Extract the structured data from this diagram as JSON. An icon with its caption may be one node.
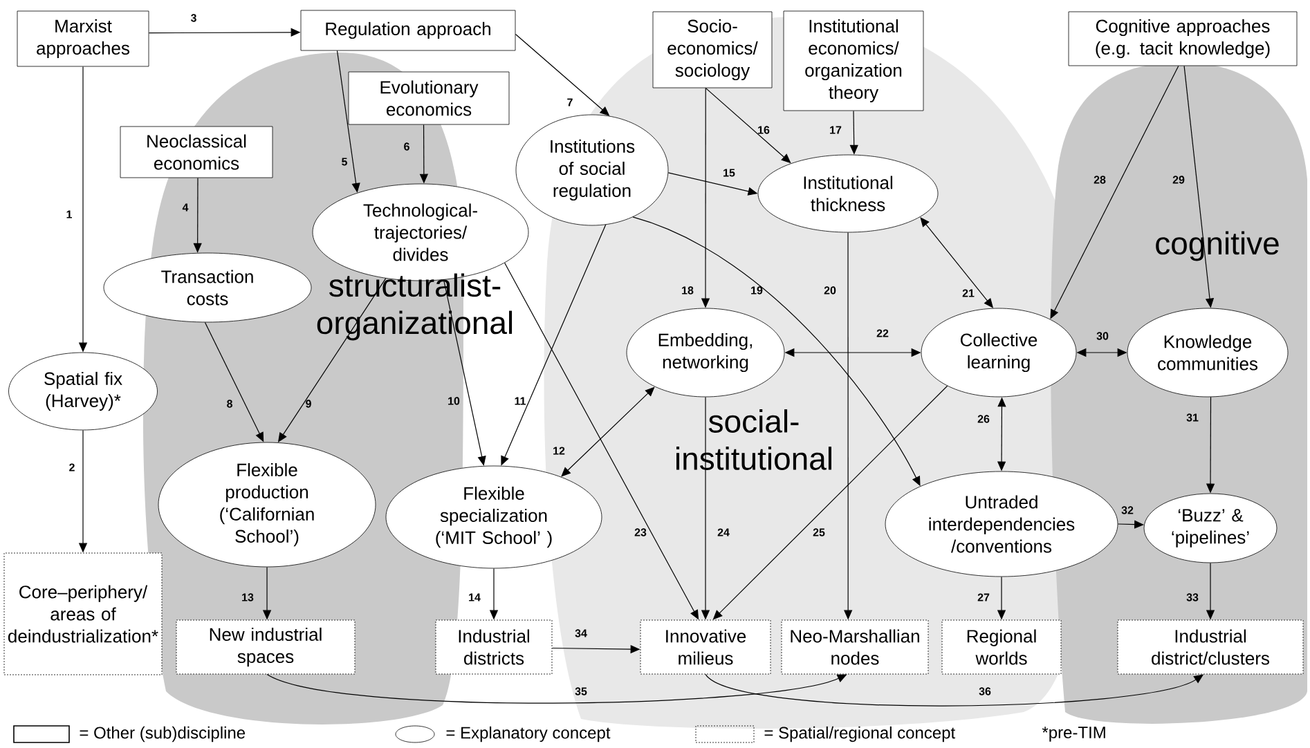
{
  "diagram": {
    "nodes": [
      {
        "text": [
          "Marxist approaches"
        ]
      },
      {
        "text": [
          "Regulation approach"
        ]
      },
      {
        "text": [
          "Socio-economics/sociology"
        ]
      },
      {
        "text": [
          "Institutional economics/organization theory"
        ]
      },
      {
        "text": [
          "Cognitive approaches (e.g. tacit knowledge)"
        ]
      },
      {
        "text": [
          "Evolutionary economics"
        ]
      },
      {
        "text": [
          "Neoclassical economics"
        ]
      },
      {
        "text": [
          "Institutions of social regulation"
        ]
      },
      {
        "text": [
          "Technological-trajectories/divides"
        ]
      },
      {
        "text": [
          "Transaction costs"
        ]
      },
      {
        "text": [
          "Institutional thickness"
        ]
      },
      {
        "text": [
          "Spatial fix (Harvey)*"
        ]
      },
      {
        "text": [
          "Embedding, networking"
        ]
      },
      {
        "text": [
          "Collective learning"
        ]
      },
      {
        "text": [
          "Knowledge communities"
        ]
      },
      {
        "text": [
          "Flexible production (‘Californian School’)"
        ]
      },
      {
        "text": [
          "Flexible specialization (‘MIT School’ )"
        ]
      },
      {
        "text": [
          "Untraded interdependencies/conventions"
        ]
      },
      {
        "text": [
          "‘Buzz’ & ‘pipelines’"
        ]
      },
      {
        "text": [
          "Core–periphery/areas of deindustrialization*"
        ]
      },
      {
        "text": [
          "New industrial spaces"
        ]
      },
      {
        "text": [
          "Industrial districts"
        ]
      },
      {
        "text": [
          "Innovative milieus"
        ]
      },
      {
        "text": [
          "Neo-Marshallian nodes"
        ]
      },
      {
        "text": [
          "Regional worlds"
        ]
      },
      {
        "text": [
          "Industrial district/clusters"
        ]
      }
    ],
    "edges": [
      {
        "from": 0,
        "to": 11,
        "arrow": "to",
        "label": "1"
      },
      {
        "from": 11,
        "to": 19,
        "arrow": "to",
        "label": "2"
      },
      {
        "from": 0,
        "to": 1,
        "arrow": "to",
        "label": "3"
      },
      {
        "from": 6,
        "to": 9,
        "arrow": "to",
        "label": "4"
      },
      {
        "from": 1,
        "to": 8,
        "arrow": "to",
        "label": "5"
      },
      {
        "from": 5,
        "to": 8,
        "arrow": "to",
        "label": "6"
      },
      {
        "from": 1,
        "to": 7,
        "arrow": "to",
        "label": "7"
      },
      {
        "from": 9,
        "to": 15,
        "arrow": "to",
        "label": "8"
      },
      {
        "from": 8,
        "to": 15,
        "arrow": "to",
        "label": "9"
      },
      {
        "from": 8,
        "to": 16,
        "arrow": "to",
        "label": "10"
      },
      {
        "from": 7,
        "to": 16,
        "arrow": "to",
        "label": "11"
      },
      {
        "from": 12,
        "to": 16,
        "arrow": "both",
        "label": "12"
      },
      {
        "from": 15,
        "to": 20,
        "arrow": "to",
        "label": "13"
      },
      {
        "from": 16,
        "to": 21,
        "arrow": "to",
        "label": "14"
      },
      {
        "from": 7,
        "to": 10,
        "arrow": "to",
        "label": "15"
      },
      {
        "from": 2,
        "to": 10,
        "arrow": "to",
        "label": "16"
      },
      {
        "from": 3,
        "to": 10,
        "arrow": "to",
        "label": "17"
      },
      {
        "from": 2,
        "to": 12,
        "arrow": "to",
        "label": "18"
      },
      {
        "from": 7,
        "to": 17,
        "arrow": "to",
        "label": "19"
      },
      {
        "from": 10,
        "to": 23,
        "arrow": "to",
        "label": "20"
      },
      {
        "from": 10,
        "to": 13,
        "arrow": "both",
        "label": "21"
      },
      {
        "from": 12,
        "to": 13,
        "arrow": "both",
        "label": "22"
      },
      {
        "from": 8,
        "to": 22,
        "arrow": "to",
        "label": "23"
      },
      {
        "from": 12,
        "to": 22,
        "arrow": "to",
        "label": "24"
      },
      {
        "from": 13,
        "to": 22,
        "arrow": "to",
        "label": "25"
      },
      {
        "from": 13,
        "to": 17,
        "arrow": "both",
        "label": "26"
      },
      {
        "from": 17,
        "to": 24,
        "arrow": "to",
        "label": "27"
      },
      {
        "from": 4,
        "to": 13,
        "arrow": "to",
        "label": "28"
      },
      {
        "from": 4,
        "to": 14,
        "arrow": "to",
        "label": "29"
      },
      {
        "from": 13,
        "to": 14,
        "arrow": "both",
        "label": "30"
      },
      {
        "from": 14,
        "to": 18,
        "arrow": "to",
        "label": "31"
      },
      {
        "from": 17,
        "to": 18,
        "arrow": "to",
        "label": "32"
      },
      {
        "from": 18,
        "to": 25,
        "arrow": "to",
        "label": "33"
      },
      {
        "from": 21,
        "to": 22,
        "arrow": "to",
        "label": "34"
      },
      {
        "from": 20,
        "to": 23,
        "arrow": "to",
        "label": "35"
      },
      {
        "from": 22,
        "to": 25,
        "arrow": "to",
        "label": "36"
      }
    ],
    "labels": [
      "structuralist-organizational",
      "social-institutional",
      "cognitive",
      "*pre-TIM"
    ],
    "legend": [
      {
        "text": "= Other (sub)discipline"
      },
      {
        "text": "= Explanatory concept"
      },
      {
        "text": "= Spatial/regional concept"
      }
    ]
  }
}
